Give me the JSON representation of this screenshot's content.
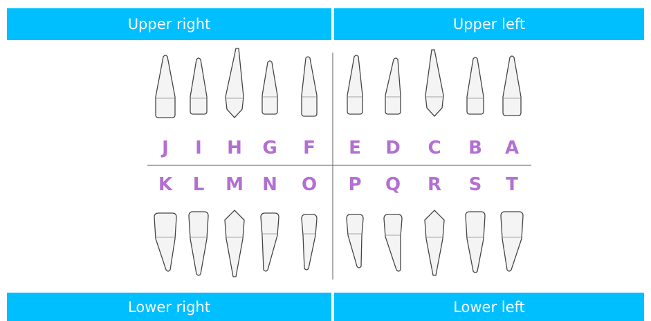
{
  "quadrants": {
    "upper_right": "Upper right",
    "upper_left": "Upper left",
    "lower_right": "Lower right",
    "lower_left": "Lower left"
  },
  "upper_letters": [
    "J",
    "I",
    "H",
    "G",
    "F",
    "E",
    "D",
    "C",
    "B",
    "A"
  ],
  "lower_letters": [
    "K",
    "L",
    "M",
    "N",
    "O",
    "P",
    "Q",
    "R",
    "S",
    "T"
  ],
  "colors": {
    "header_bar": "#00bfff",
    "letter": "#b36fd1",
    "divider": "#777777",
    "tooth_fill": "#f4f4f4",
    "tooth_stroke": "#444444"
  }
}
